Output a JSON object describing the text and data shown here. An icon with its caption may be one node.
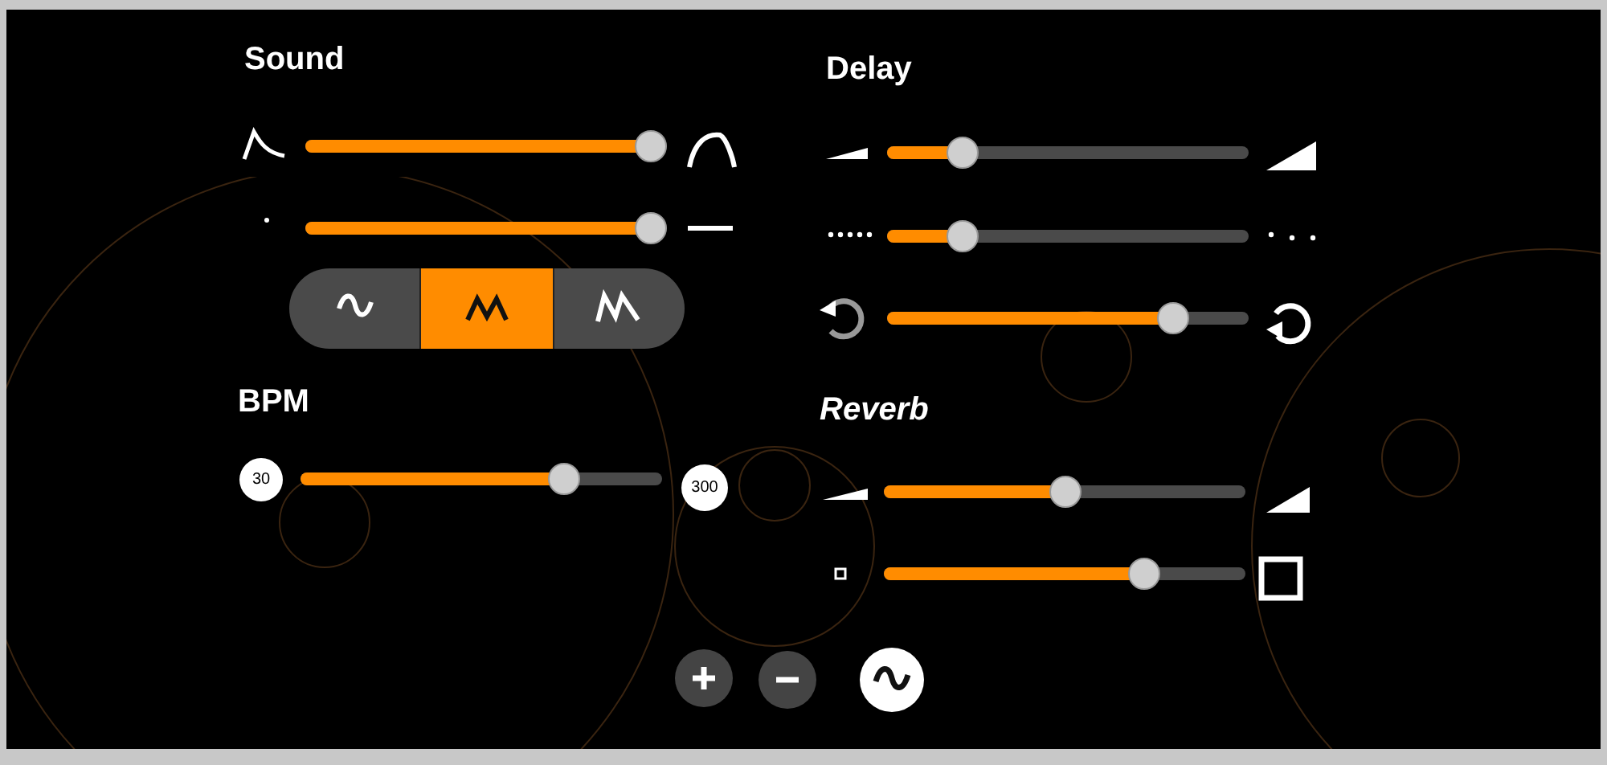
{
  "diagram": {
    "nodes": [
      {
        "text": [
          "30"
        ]
      },
      {
        "text": [
          "300"
        ]
      }
    ],
    "labels": [
      "Sound",
      "Delay",
      "BPM",
      "Reverb"
    ]
  }
}
